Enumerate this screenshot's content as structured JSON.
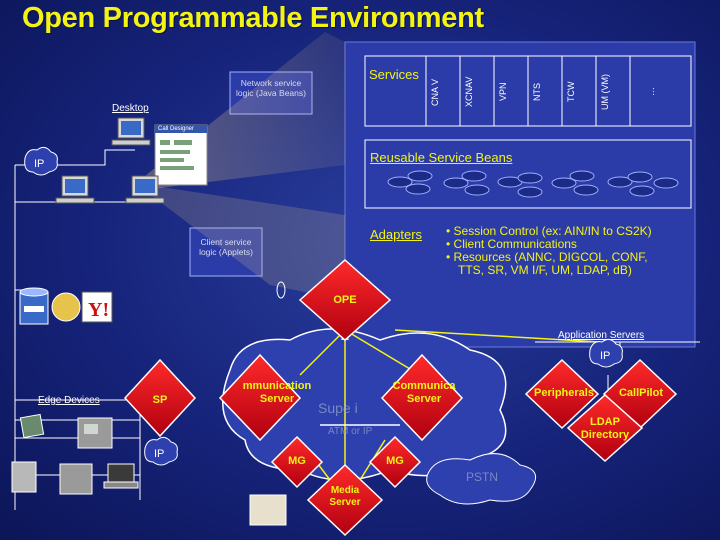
{
  "title": "Open Programmable Environment",
  "services": {
    "label": "Services",
    "columns": [
      "CNA V",
      "XCNAV",
      "VPN",
      "NTS",
      "TCW",
      "UM (VM)",
      "…"
    ]
  },
  "network_logic": "Network service logic (Java Beans)",
  "desktop": "Desktop",
  "reusable": "Reusable Service Beans",
  "adapters": "Adapters",
  "bullets": [
    "• Session Control (ex: AIN/IN to CS2K)",
    "• Client Communications",
    "• Resources (ANNC, DIGCOL, CONF,",
    "TTS, SR, VM I/F, UM, LDAP, dB)"
  ],
  "client_logic": "Client service logic (Applets)",
  "ope": "OPE",
  "app_servers": "Application Servers",
  "edge_devices": "Edge Devices",
  "sp": "SP",
  "comm_server_left": "mmunication Server",
  "comm_server_right": "Communica Server",
  "peripherals": "Peripherals",
  "callpilot": "CallPilot",
  "ldap": "LDAP Directory",
  "mg_left": "MG",
  "mg_right": "MG",
  "media_server": "Media Server",
  "pstn": "PSTN",
  "ip_cloud_1": "IP",
  "ip_cloud_2": "IP",
  "ip_cloud_3": "IP",
  "ghost_supernode": "Supe  i",
  "ghost_atm": "ATM or IP",
  "card_title": "Call Designer",
  "yahoo": "Y!",
  "colors": {
    "title": "#f4f414",
    "diamond": "#e0141e",
    "background": "#1a2a8a"
  },
  "icons": [
    "desktop-computer-icon",
    "ip-cloud-icon",
    "ip-phone-icon",
    "pda-icon",
    "laptop-icon",
    "printer-icon",
    "database-icon",
    "scanner-icon",
    "server-icon",
    "telephone-icon"
  ]
}
